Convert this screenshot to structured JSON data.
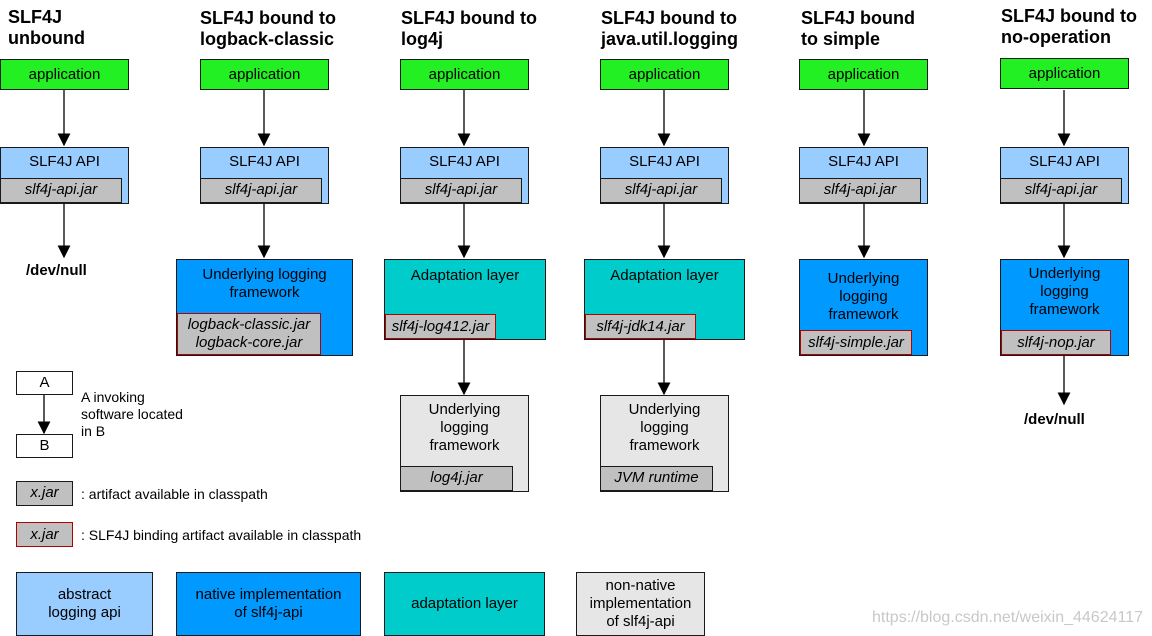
{
  "columns": [
    {
      "title": "SLF4J\nunbound",
      "app": "application",
      "api": "SLF4J API",
      "api_jar": "slf4j-api.jar",
      "end": "/dev/null"
    },
    {
      "title": "SLF4J bound to\nlogback-classic",
      "app": "application",
      "api": "SLF4J API",
      "api_jar": "slf4j-api.jar",
      "framework": "Underlying logging\nframework",
      "framework_jar": "logback-classic.jar\nlogback-core.jar"
    },
    {
      "title": "SLF4J bound to\nlog4j",
      "app": "application",
      "api": "SLF4J API",
      "api_jar": "slf4j-api.jar",
      "adaptation": "Adaptation layer",
      "adaptation_jar": "slf4j-log412.jar",
      "framework": "Underlying\nlogging\nframework",
      "framework_jar": "log4j.jar"
    },
    {
      "title": "SLF4J bound to\njava.util.logging",
      "app": "application",
      "api": "SLF4J API",
      "api_jar": "slf4j-api.jar",
      "adaptation": "Adaptation layer",
      "adaptation_jar": "slf4j-jdk14.jar",
      "framework": "Underlying\nlogging\nframework",
      "framework_jar": "JVM runtime"
    },
    {
      "title": "SLF4J bound\nto simple",
      "app": "application",
      "api": "SLF4J API",
      "api_jar": "slf4j-api.jar",
      "framework": "Underlying\nlogging\nframework",
      "framework_jar": "slf4j-simple.jar"
    },
    {
      "title": "SLF4J bound to\nno-operation",
      "app": "application",
      "api": "SLF4J API",
      "api_jar": "slf4j-api.jar",
      "framework": "Underlying\nlogging\nframework",
      "framework_jar": "slf4j-nop.jar",
      "end": "/dev/null"
    }
  ],
  "legend": {
    "a": "A",
    "b": "B",
    "invoke_text": "A invoking\nsoftware located\nin B",
    "jar_sample": "x.jar",
    "jar_text": ": artifact available in classpath",
    "binding_sample": "x.jar",
    "binding_text": ": SLF4J binding artifact available in classpath",
    "abstract": "abstract\nlogging api",
    "native": "native implementation\nof slf4j-api",
    "adaptation": "adaptation layer",
    "nonnative": "non-native\nimplementation\nof slf4j-api"
  },
  "watermark": "https://blog.csdn.net/weixin_44624117",
  "colors": {
    "application": "#22f022",
    "abstract_api": "#99ccff",
    "native": "#0099ff",
    "adaptation": "#00cccc",
    "nonnative": "#e6e6e6",
    "jar": "#c0c0c0",
    "binding_border": "#b00000"
  }
}
